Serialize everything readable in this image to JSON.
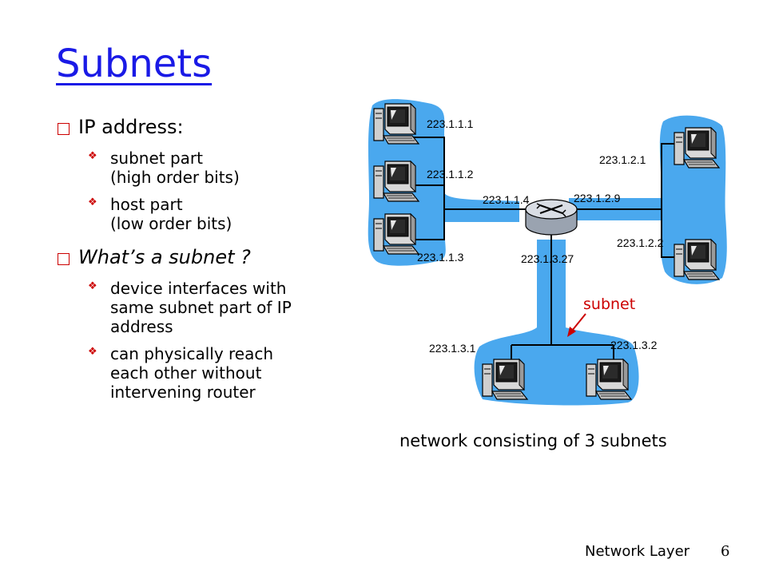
{
  "title": "Subnets",
  "bullets": [
    {
      "text": "IP address:",
      "sub": [
        "subnet part (high order bits)",
        "host part (low order bits)"
      ]
    },
    {
      "text": "What’s a subnet ?",
      "sub": [
        "device interfaces with same subnet part of IP address",
        "can physically reach each other without intervening router"
      ]
    }
  ],
  "sub_lines": {
    "a1": [
      "subnet part",
      "(high order bits)"
    ],
    "a2": [
      "host part",
      "(low order bits)"
    ],
    "b1": [
      "device interfaces with",
      "same subnet part of IP",
      "address"
    ],
    "b2": [
      "can physically reach",
      "each other without",
      "intervening router"
    ]
  },
  "diagram": {
    "ips": {
      "h111": "223.1.1.1",
      "h112": "223.1.1.2",
      "h113": "223.1.1.3",
      "r114": "223.1.1.4",
      "r129": "223.1.2.9",
      "h121": "223.1.2.1",
      "h122": "223.1.2.2",
      "r1327": "223.1.3.27",
      "h131": "223.1.3.1",
      "h132": "223.1.3.2"
    },
    "subnet_label": "subnet",
    "caption": "network consisting of 3 subnets"
  },
  "colors": {
    "title": "#1a1ae6",
    "subnet_blob": "#4aa8ee",
    "accent_red": "#cc0000"
  },
  "footer": {
    "text": "Network Layer",
    "page": "6"
  }
}
